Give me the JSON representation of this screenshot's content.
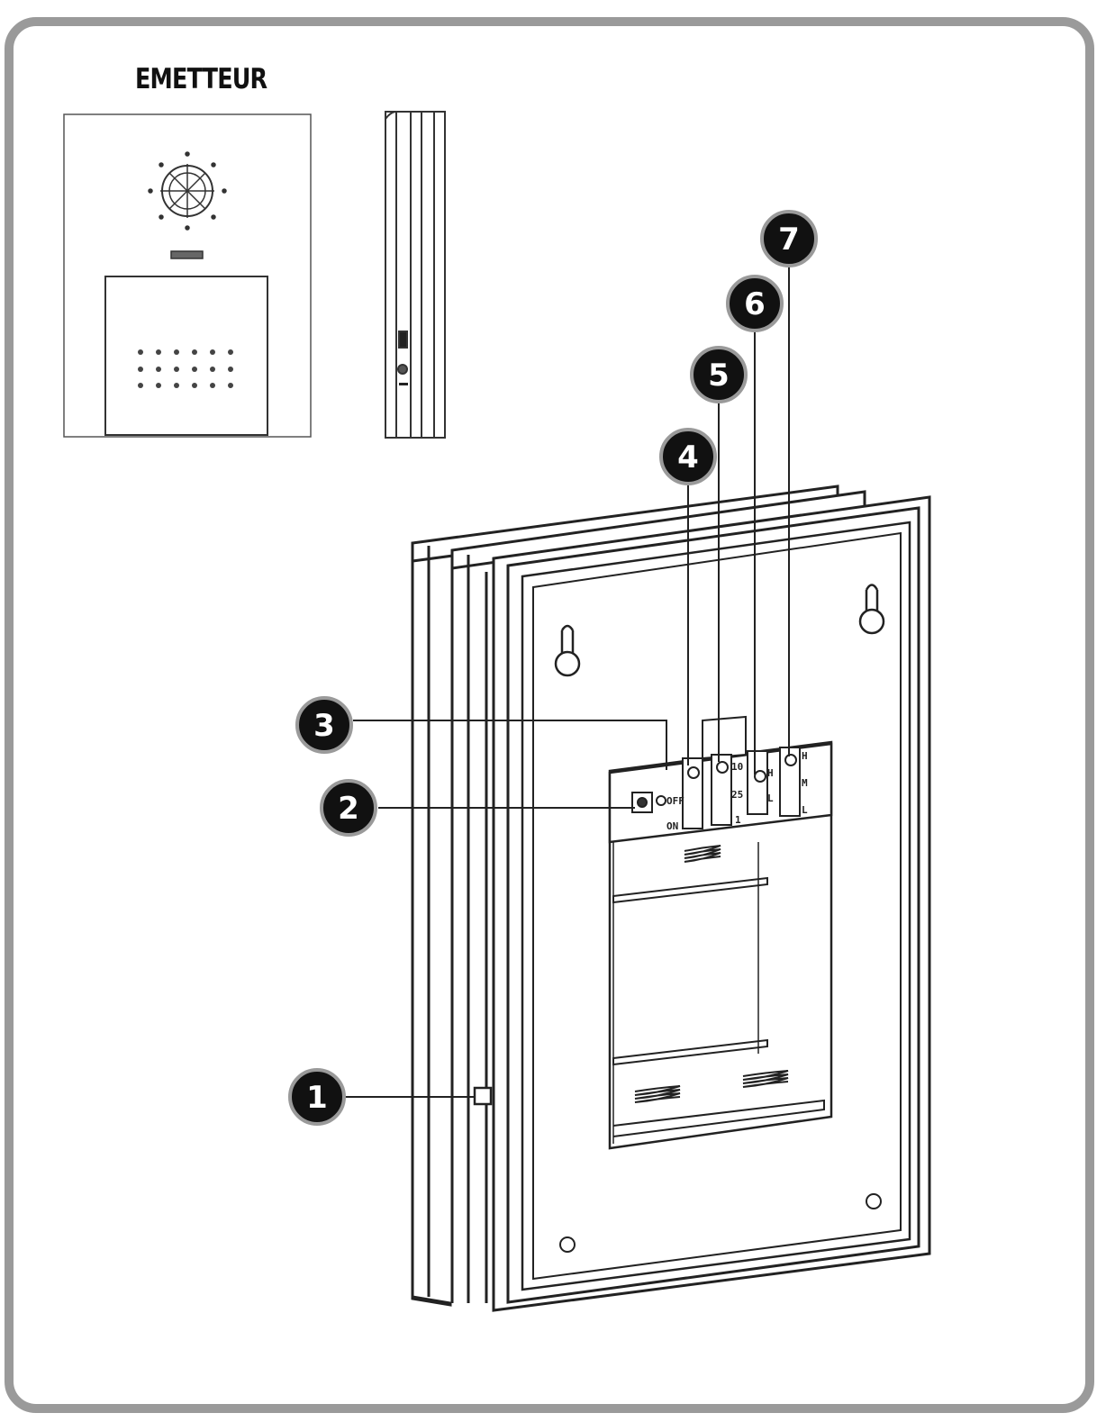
{
  "title": "EMETTEUR",
  "callouts": [
    {
      "number": "1"
    },
    {
      "number": "2"
    },
    {
      "number": "3"
    },
    {
      "number": "4"
    },
    {
      "number": "5"
    },
    {
      "number": "6"
    },
    {
      "number": "7"
    }
  ],
  "board_labels": {
    "off": "OFF",
    "on": "ON",
    "ten": "10",
    "twenty_five": "25",
    "one": "1",
    "h_left": "H",
    "l_left": "L",
    "h_right": "H",
    "m_right": "M",
    "l_right": "L"
  },
  "colors": {
    "frame_border": "#9a9a9a",
    "line": "#222222",
    "callout_fill": "#111111",
    "callout_ring": "#9a9a9a"
  }
}
